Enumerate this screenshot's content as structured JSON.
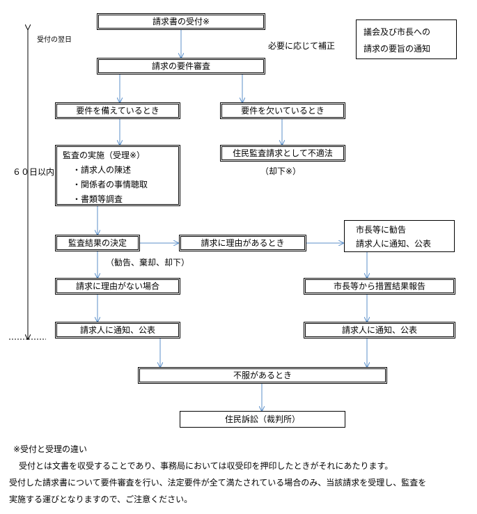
{
  "boxes": {
    "receipt": "請求書の受付※",
    "requirement_review": "請求の要件審査",
    "meets_requirements": "要件を備えているとき",
    "lacks_requirements": "要件を欠いているとき",
    "audit_title": "監査の実施（受理※）",
    "audit_items": [
      "・請求人の陳述",
      "・関係者の事情聴取",
      "・書類等調査"
    ],
    "improper_request": "住民監査請求として不適法",
    "decision": "監査結果の決定",
    "has_reason": "請求に理由があるとき",
    "recommend_line1": "市長等に勧告",
    "recommend_line2": "請求人に通知、公表",
    "no_reason": "請求に理由がない場合",
    "measures_report": "市長等から措置結果報告",
    "notify_left": "請求人に通知、公表",
    "notify_right": "請求人に通知、公表",
    "objection": "不服があるとき",
    "lawsuit": "住民訴訟（裁判所）"
  },
  "side_note": {
    "line1": "議会及び市長への",
    "line2": "請求の要旨の通知"
  },
  "labels": {
    "next_day": "受付の翌日",
    "within_60_days": "６０日以内",
    "amendment": "必要に応じて補正",
    "dismissed": "（却下※）",
    "outcomes": "（勧告、棄却、却下）"
  },
  "notes": {
    "heading": "※受付と受理の違い",
    "line1": "受付とは文書を収受することであり、事務局においては収受印を押印したときがそれにあたります。",
    "line2": "受付した請求書について要件審査を行い、法定要件が全て満たされている場合のみ、当該請求を受理し、監査を",
    "line3": "実施する運びとなりますので、ご注意ください。"
  }
}
